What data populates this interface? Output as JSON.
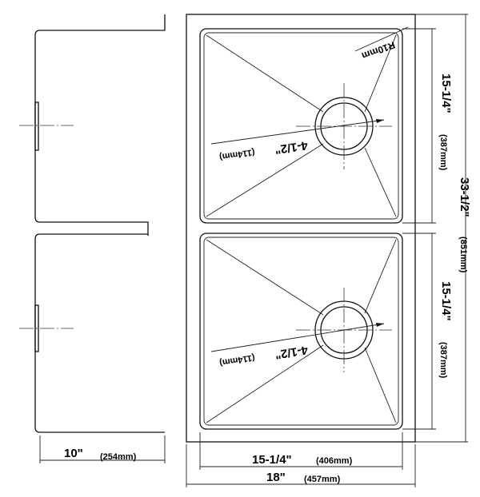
{
  "drawing": {
    "side_depth": {
      "in": "10\"",
      "mm": "(254mm)"
    },
    "bowl_width": {
      "in": "15-1/4\"",
      "mm": "(406mm)"
    },
    "overall_width": {
      "in": "18\"",
      "mm": "(457mm)"
    },
    "overall_length": {
      "in": "33-1/2\"",
      "mm": "(851mm)"
    },
    "top_bowl_length": {
      "in": "15-1/4\"",
      "mm": "(387mm)"
    },
    "bottom_bowl_length": {
      "in": "15-1/4\"",
      "mm": "(387mm)"
    },
    "corner_radius": "R10mm",
    "drain_top": {
      "in": "4-1/2\"",
      "mm": "(114mm)"
    },
    "drain_bottom": {
      "in": "4-1/2\"",
      "mm": "(114mm)"
    }
  }
}
